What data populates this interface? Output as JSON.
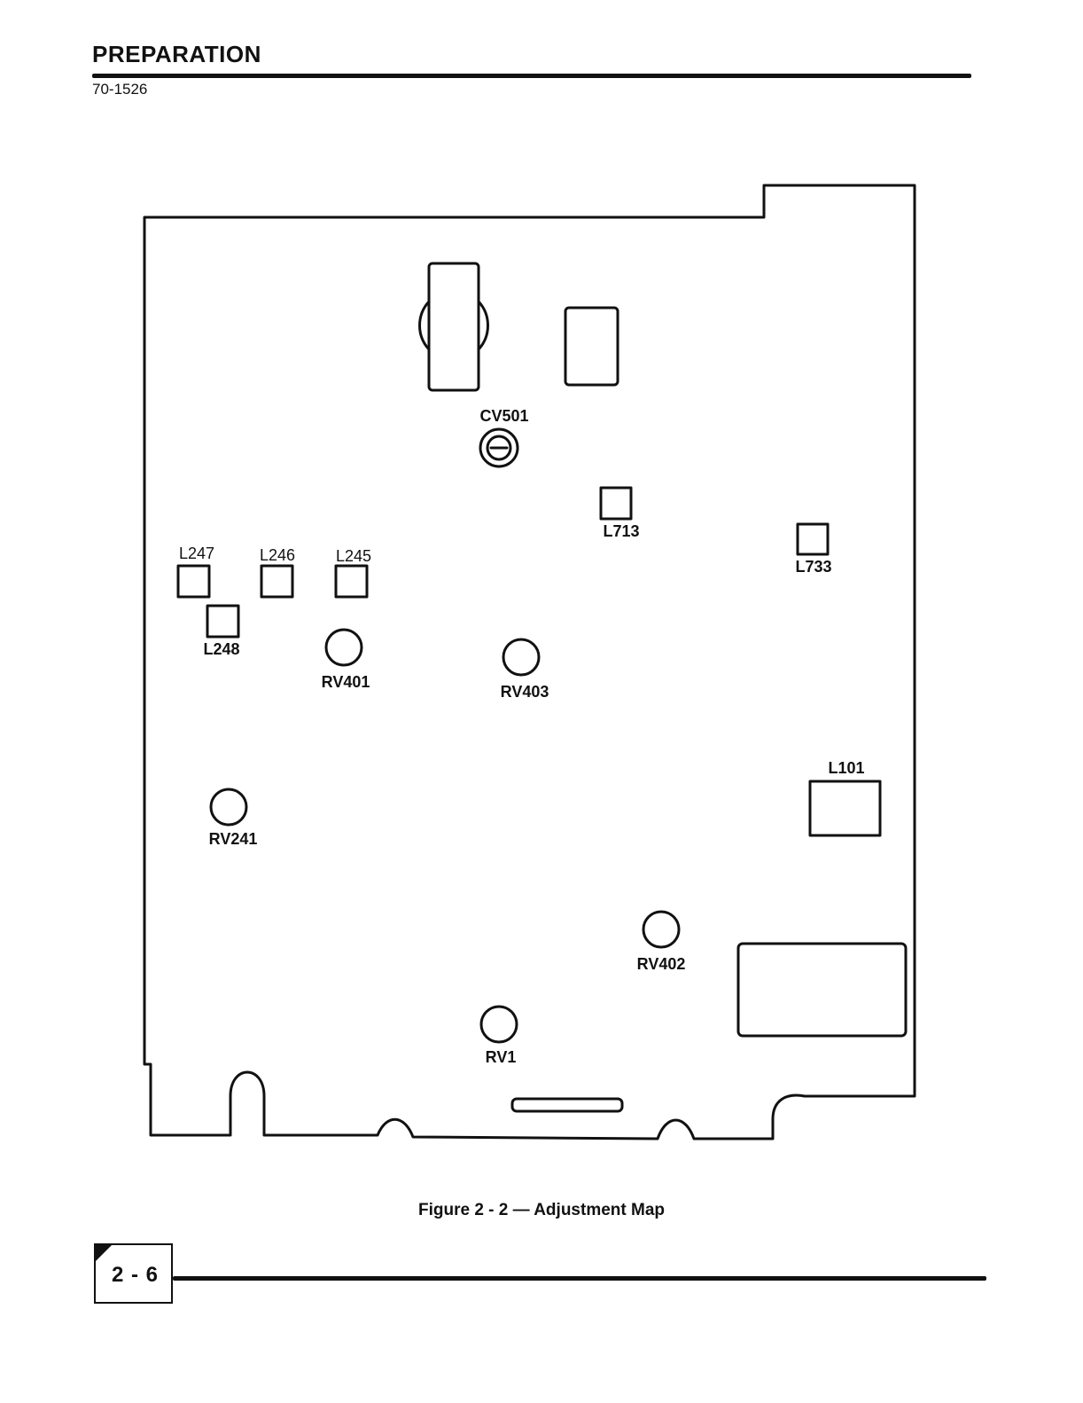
{
  "header": {
    "section_title": "PREPARATION",
    "doc_number": "70-1526"
  },
  "components": {
    "cv501": "CV501",
    "l713": "L713",
    "l733": "L733",
    "l247": "L247",
    "l246": "L246",
    "l245": "L245",
    "l248": "L248",
    "rv401": "RV401",
    "rv403": "RV403",
    "l101": "L101",
    "rv241": "RV241",
    "rv402": "RV402",
    "rv1": "RV1"
  },
  "caption": "Figure 2 - 2 — Adjustment Map",
  "footer": {
    "page_number": "2 - 6"
  }
}
